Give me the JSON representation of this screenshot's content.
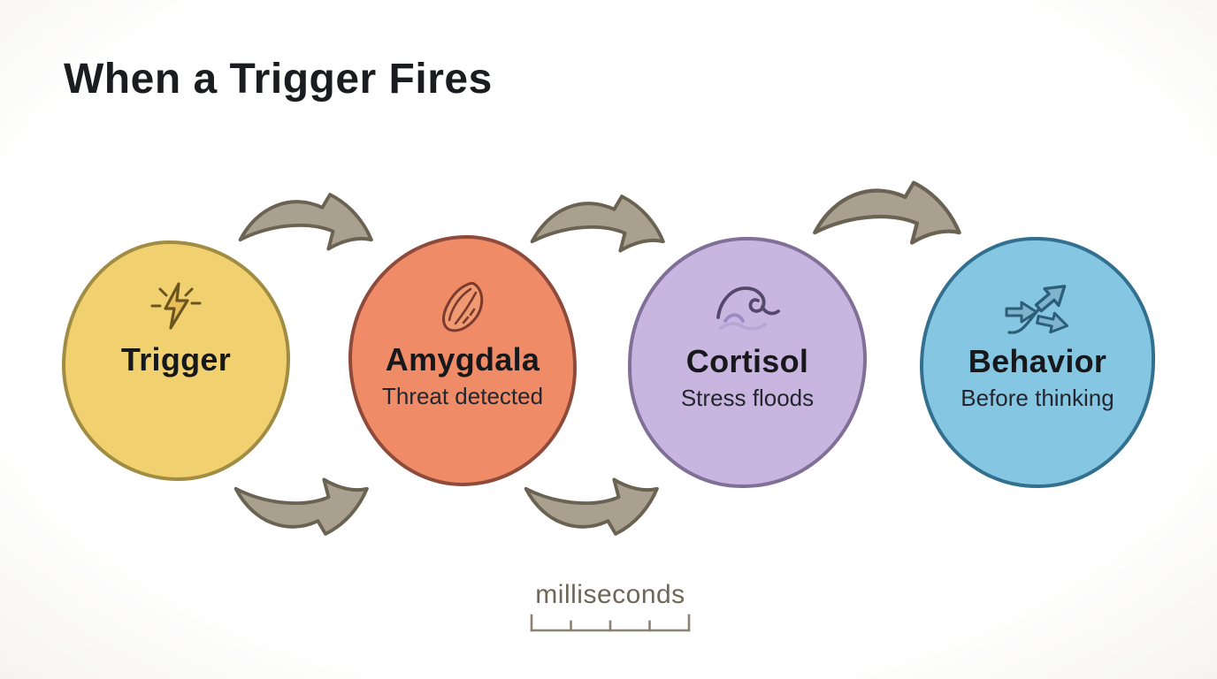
{
  "title": "When a Trigger Fires",
  "stages": [
    {
      "label": "Trigger",
      "sublabel": "",
      "icon": "lightning-bolt-icon",
      "fill": "#F0D06F",
      "border": "#A18C44"
    },
    {
      "label": "Amygdala",
      "sublabel": "Threat detected",
      "icon": "almond-icon",
      "fill": "#EF8B66",
      "border": "#8E4B3B"
    },
    {
      "label": "Cortisol",
      "sublabel": "Stress floods",
      "icon": "wave-icon",
      "fill": "#C9B6E0",
      "border": "#806F97"
    },
    {
      "label": "Behavior",
      "sublabel": "Before thinking",
      "icon": "diverging-arrows-icon",
      "fill": "#85C6E2",
      "border": "#33708F"
    }
  ],
  "flow": {
    "arrow_fill": "#A9A08F",
    "arrow_outline": "#6A6252",
    "top_arrow_count": 3,
    "bottom_arrow_count": 2
  },
  "timeline": {
    "label": "milliseconds",
    "color": "#6E6656",
    "tick_count": 5
  }
}
